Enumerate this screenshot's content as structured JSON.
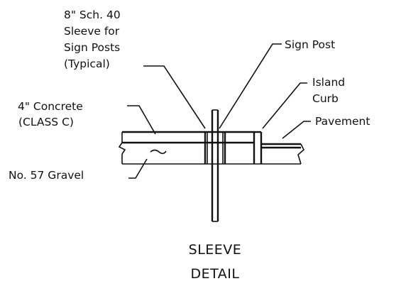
{
  "callouts": {
    "sleeve": [
      "8\" Sch. 40",
      "Sleeve for",
      "Sign Posts",
      "(Typical)"
    ],
    "sign_post": "Sign Post",
    "island_curb": [
      "Island",
      "Curb"
    ],
    "pavement": "Pavement",
    "concrete": [
      "4\" Concrete",
      "(CLASS C)"
    ],
    "gravel": "No. 57 Gravel"
  },
  "title": [
    "SLEEVE",
    "DETAIL"
  ]
}
